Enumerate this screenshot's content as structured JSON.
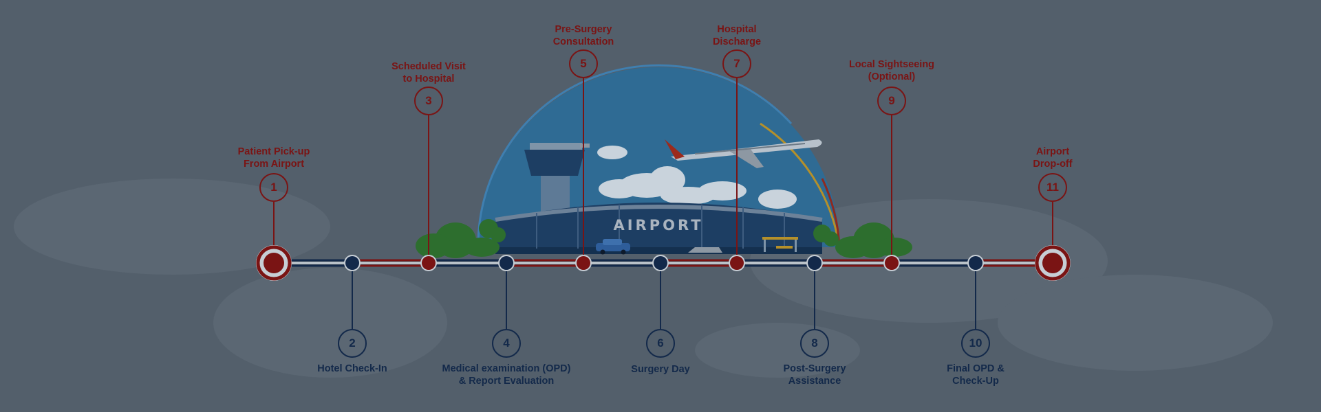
{
  "illustration": {
    "sign_text": "AIRPORT",
    "colors": {
      "background": "#535f6b",
      "red": "#7a1414",
      "navy": "#13294a",
      "sky": "#2f6b94",
      "terminal": "#1d3e63",
      "tree": "#2d6e2e"
    }
  },
  "steps": [
    {
      "number": "1",
      "label": "Patient Pick-up\nFrom Airport",
      "side": "top",
      "type": "terminal"
    },
    {
      "number": "2",
      "label": "Hotel Check-In",
      "side": "bottom",
      "type": "stop"
    },
    {
      "number": "3",
      "label": "Scheduled Visit\nto Hospital",
      "side": "top",
      "type": "stop"
    },
    {
      "number": "4",
      "label": "Medical examination (OPD)\n& Report Evaluation",
      "side": "bottom",
      "type": "stop"
    },
    {
      "number": "5",
      "label": "Pre-Surgery\nConsultation",
      "side": "top",
      "type": "stop"
    },
    {
      "number": "6",
      "label": "Surgery Day",
      "side": "bottom",
      "type": "stop"
    },
    {
      "number": "7",
      "label": "Hospital\nDischarge",
      "side": "top",
      "type": "stop"
    },
    {
      "number": "8",
      "label": "Post-Surgery\nAssistance",
      "side": "bottom",
      "type": "stop"
    },
    {
      "number": "9",
      "label": "Local Sightseeing\n(Optional)",
      "side": "top",
      "type": "stop"
    },
    {
      "number": "10",
      "label": "Final OPD &\nCheck-Up",
      "side": "bottom",
      "type": "stop"
    },
    {
      "number": "11",
      "label": "Airport\nDrop-off",
      "side": "top",
      "type": "terminal"
    }
  ]
}
